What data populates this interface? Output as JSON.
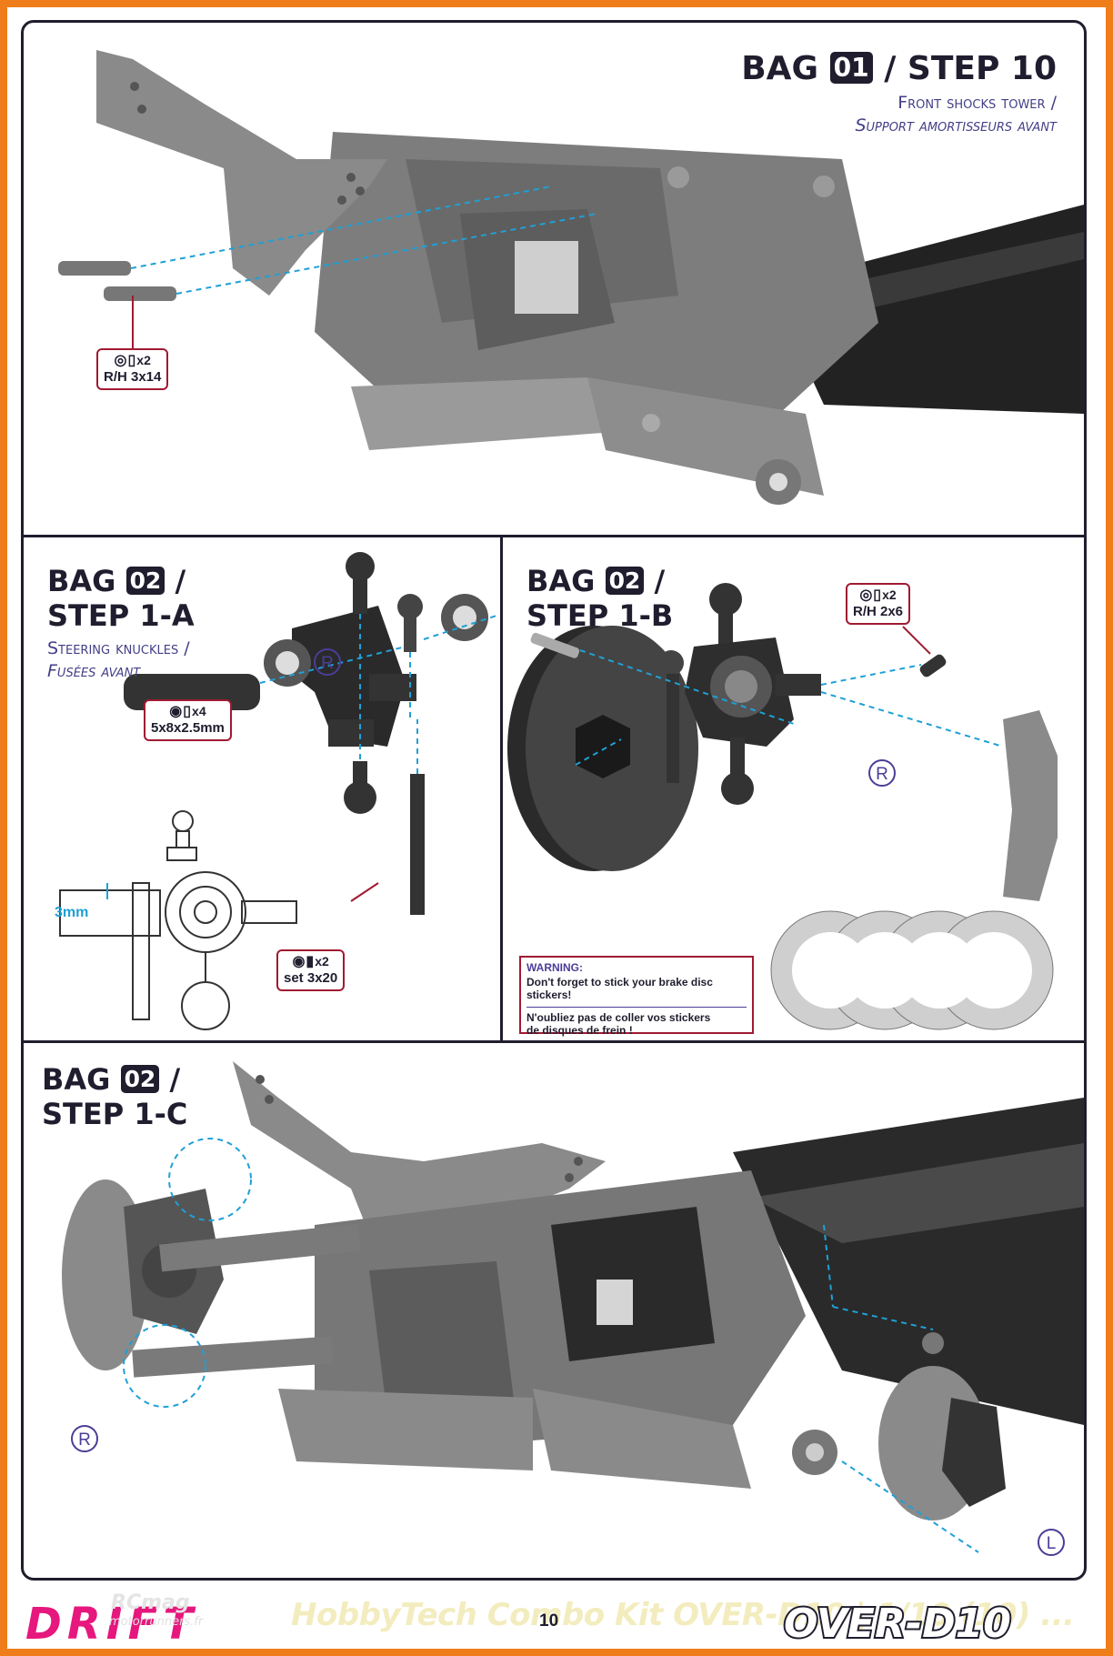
{
  "step10": {
    "bag_label": "BAG",
    "bag_number": "01",
    "step_label": "/ STEP 10",
    "subtitle_en": "Front shocks tower /",
    "subtitle_fr": "Support amortisseurs avant",
    "tag_qty": "x2",
    "tag_part": "R/H 3x14"
  },
  "step1a": {
    "bag_label": "BAG",
    "bag_number": "02",
    "slash": "/",
    "step_label": "STEP 1-A",
    "subtitle_en": "Steering knuckles /",
    "subtitle_fr": "Fusées avant",
    "marker": "R",
    "bearing_tag_qty": "x4",
    "bearing_tag_part": "5x8x2.5mm",
    "screw_tag_qty": "x2",
    "screw_tag_part": "set 3x20",
    "dimension": "3mm"
  },
  "step1b": {
    "bag_label": "BAG",
    "bag_number": "02",
    "slash": "/",
    "step_label": "STEP 1-B",
    "tag_qty": "x2",
    "tag_part": "R/H 2x6",
    "marker": "R",
    "warning_title": "WARNING:",
    "warning_en": "Don't forget to stick your brake disc stickers!",
    "warning_fr_1": "N'oubliez pas de coller vos stickers",
    "warning_fr_2": "de disques de frein !"
  },
  "step1c": {
    "bag_label": "BAG",
    "bag_number": "02",
    "slash": "/",
    "step_label": "STEP 1-C",
    "marker_left": "R",
    "marker_right": "L"
  },
  "footer": {
    "brand_logo": "DRIFT",
    "rcmag_logo": "RCmag",
    "rcmag_sub": "motorrunners.fr",
    "kit_text": "HobbyTech Combo Kit OVER-D10 | 1/10 (10) ...",
    "page_number": "10",
    "model_logo": "OVER-D10"
  },
  "colors": {
    "border": "#ef7d1a",
    "ink": "#1f1d2e",
    "accent": "#433f86",
    "tag_border": "#a01a32",
    "guide_line": "#1fa0d6",
    "part_gray": "#8a8a8a",
    "logo_pink": "#e6177d"
  }
}
